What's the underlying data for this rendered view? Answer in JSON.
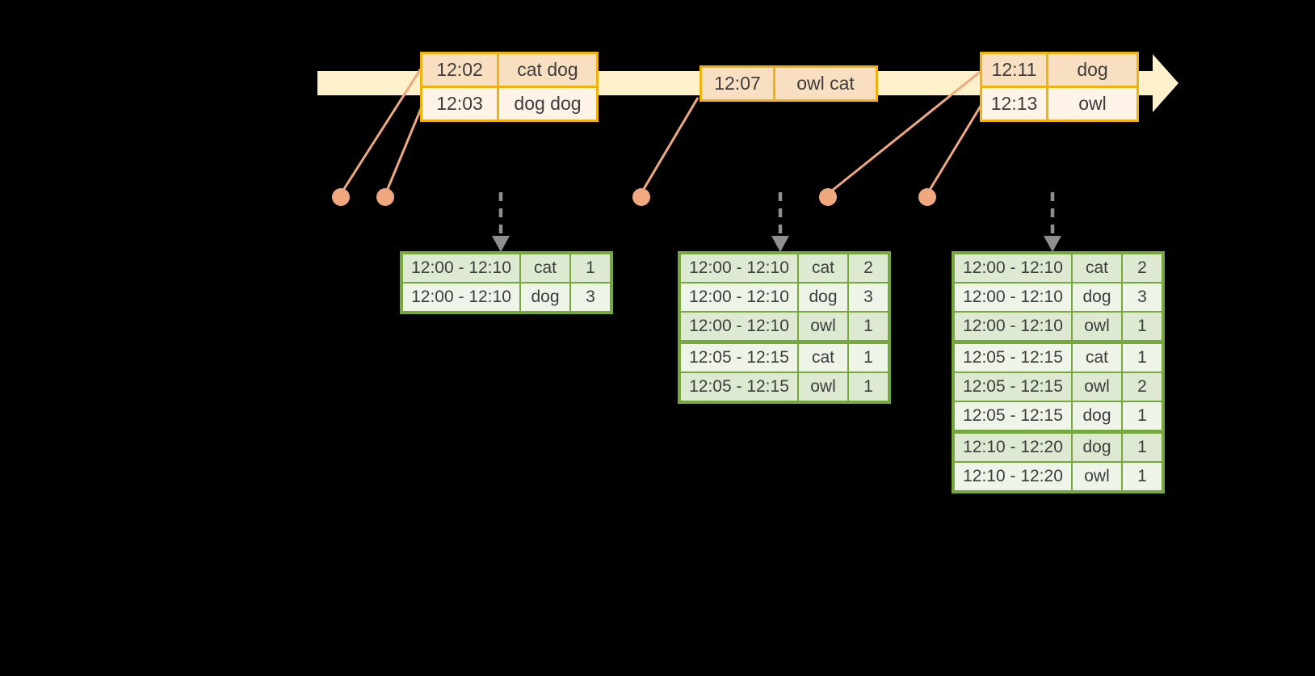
{
  "colors": {
    "background": "#000000",
    "timeline_fill": "#fcf1cb",
    "event_table_border": "#efb310",
    "event_row_dark": "#f8dfc1",
    "event_row_light": "#fdf3e7",
    "event_marker": "#f0a87e",
    "result_table_border": "#77a83e",
    "result_row_dark": "#dde9d0",
    "result_row_light": "#eff4e9",
    "flow_arrow": "#8f8f8f",
    "text": "#3d3d3d"
  },
  "timeline_events": [
    {
      "rows": [
        [
          "12:02",
          "cat dog"
        ],
        [
          "12:03",
          "dog dog"
        ]
      ]
    },
    {
      "rows": [
        [
          "12:07",
          "owl cat"
        ]
      ]
    },
    {
      "rows": [
        [
          "12:11",
          "dog"
        ],
        [
          "12:13",
          "owl"
        ]
      ]
    }
  ],
  "result_tables": [
    {
      "rows": [
        [
          "12:00 - 12:10",
          "cat",
          "1"
        ],
        [
          "12:00 - 12:10",
          "dog",
          "3"
        ]
      ],
      "group_breaks": []
    },
    {
      "rows": [
        [
          "12:00 - 12:10",
          "cat",
          "2"
        ],
        [
          "12:00 - 12:10",
          "dog",
          "3"
        ],
        [
          "12:00 - 12:10",
          "owl",
          "1"
        ],
        [
          "12:05 - 12:15",
          "cat",
          "1"
        ],
        [
          "12:05 - 12:15",
          "owl",
          "1"
        ]
      ],
      "group_breaks": [
        2
      ]
    },
    {
      "rows": [
        [
          "12:00 - 12:10",
          "cat",
          "2"
        ],
        [
          "12:00 - 12:10",
          "dog",
          "3"
        ],
        [
          "12:00 - 12:10",
          "owl",
          "1"
        ],
        [
          "12:05 - 12:15",
          "cat",
          "1"
        ],
        [
          "12:05 - 12:15",
          "owl",
          "2"
        ],
        [
          "12:05 - 12:15",
          "dog",
          "1"
        ],
        [
          "12:10 - 12:20",
          "dog",
          "1"
        ],
        [
          "12:10 - 12:20",
          "owl",
          "1"
        ]
      ],
      "group_breaks": [
        2,
        5
      ]
    }
  ]
}
